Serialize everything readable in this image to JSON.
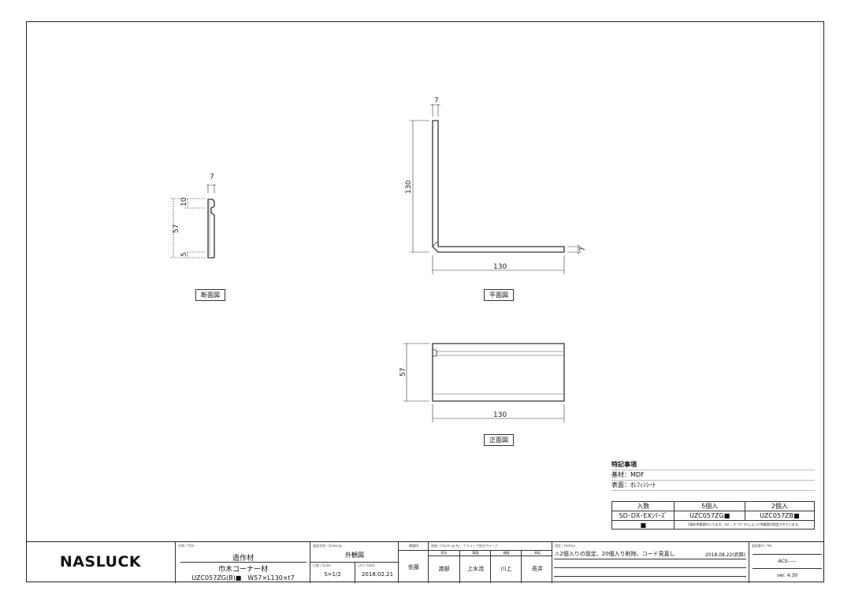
{
  "views": {
    "section": {
      "label": "断面図",
      "dims": {
        "width": "7",
        "top": "10",
        "height": "57",
        "bottom": "5"
      }
    },
    "plan": {
      "label": "平面図",
      "dims": {
        "thick_top": "7",
        "height": "130",
        "thick_right": "7",
        "width": "130"
      }
    },
    "front": {
      "label": "正面図",
      "dims": {
        "height": "57",
        "width": "130"
      }
    }
  },
  "notes": {
    "title": "特記事項",
    "base": "基材：MDF",
    "surface": "表面：ｵﾚﾌｨﾝｼｰﾄ"
  },
  "quantity_table": {
    "header": [
      "入数",
      "5個入",
      "2個入"
    ],
    "row1": [
      "SD･DX･EXｼﾘｰｽﾞ",
      "UZC057ZG■",
      "UZC057ZB■"
    ],
    "row2_mark": "■",
    "row2_note": "2個の色範囲が入ります。ｼﾙﾊﾞ、ﾀﾞｰｸﾌﾞﾗｳﾝによって色範囲が設定されています。"
  },
  "title_block": {
    "logo": "NASLUCK",
    "title_label": "名称 / Title",
    "title_line1": "造作材",
    "title_line2": "巾木コーナー材",
    "title_line3": "UZC057ZG(B)■　W57×L130×t7",
    "drawing_label": "図面名称 / Drawing",
    "drawing_name": "外観図",
    "scale_label": "尺度 / Scale",
    "scale": "S=1/2",
    "date_label": "日付 / Date",
    "date": "2018.02.21",
    "approval_label": "承認印",
    "approval": "佐藤",
    "check_label": "検図 / Check up by　ナスラック設計グループ",
    "check_roles": [
      "設計",
      "製図",
      "検図",
      "承認"
    ],
    "check_names": [
      "渡部",
      "上水流",
      "川上",
      "長井"
    ],
    "history_label": "改定 / History",
    "history_entry": "2個入りの設定、20個入り削除、コード見直し",
    "history_date": "2018.08.22(武田)",
    "number_label": "図面番号 / No.",
    "number": "ACS-----",
    "version": "ver. 4.30"
  }
}
